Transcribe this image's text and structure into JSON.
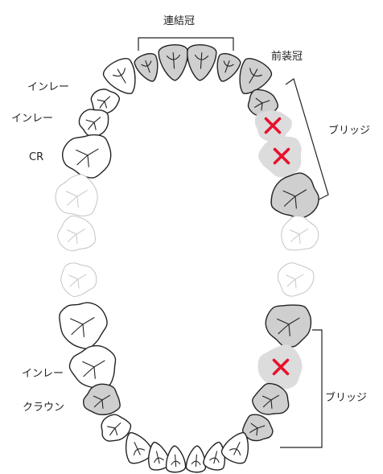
{
  "labels": {
    "linked_crown": "連結冠",
    "front_cast_crown": "前装冠",
    "inlay_upper_1": "インレー",
    "inlay_upper_2": "インレー",
    "cr": "CR",
    "bridge_upper": "ブリッジ",
    "inlay_lower": "インレー",
    "crown_lower": "クラウン",
    "bridge_lower": "ブリッジ"
  },
  "legend_colors": {
    "treated_fill": "#cfcfcf",
    "untreated_fill": "#ffffff",
    "missing_fill": "#dcdcdc",
    "absent_outline": "#c4c4c4",
    "outline": "#222222",
    "missing_mark": "#e8112d"
  },
  "icons": {
    "missing_mark": "x-mark"
  }
}
